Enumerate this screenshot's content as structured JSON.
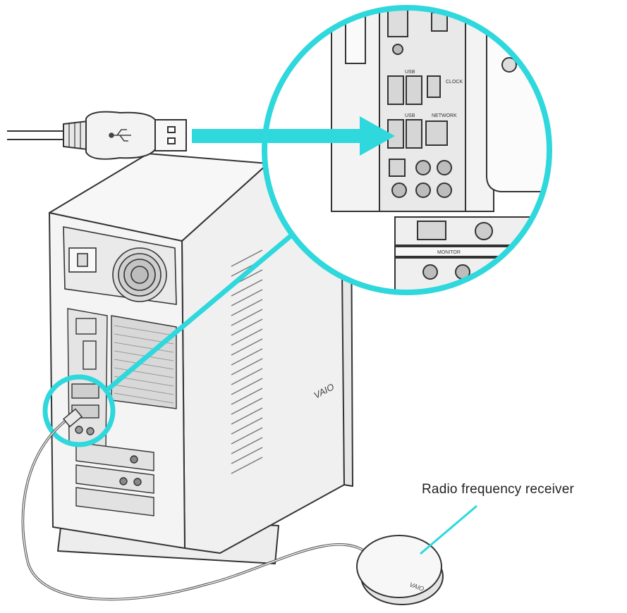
{
  "callout": {
    "label": "Radio frequency receiver"
  },
  "ports": {
    "usb_top": "USB",
    "usb_bottom": "USB",
    "network": "NETWORK",
    "monitor": "MONITOR",
    "clock": "CLOCK"
  },
  "brand": {
    "case_logo": "VAIO",
    "receiver_logo": "VAIO"
  },
  "colors": {
    "accent": "#2ed8dc",
    "line": "#333333",
    "case_fill": "#f2f2f2"
  }
}
